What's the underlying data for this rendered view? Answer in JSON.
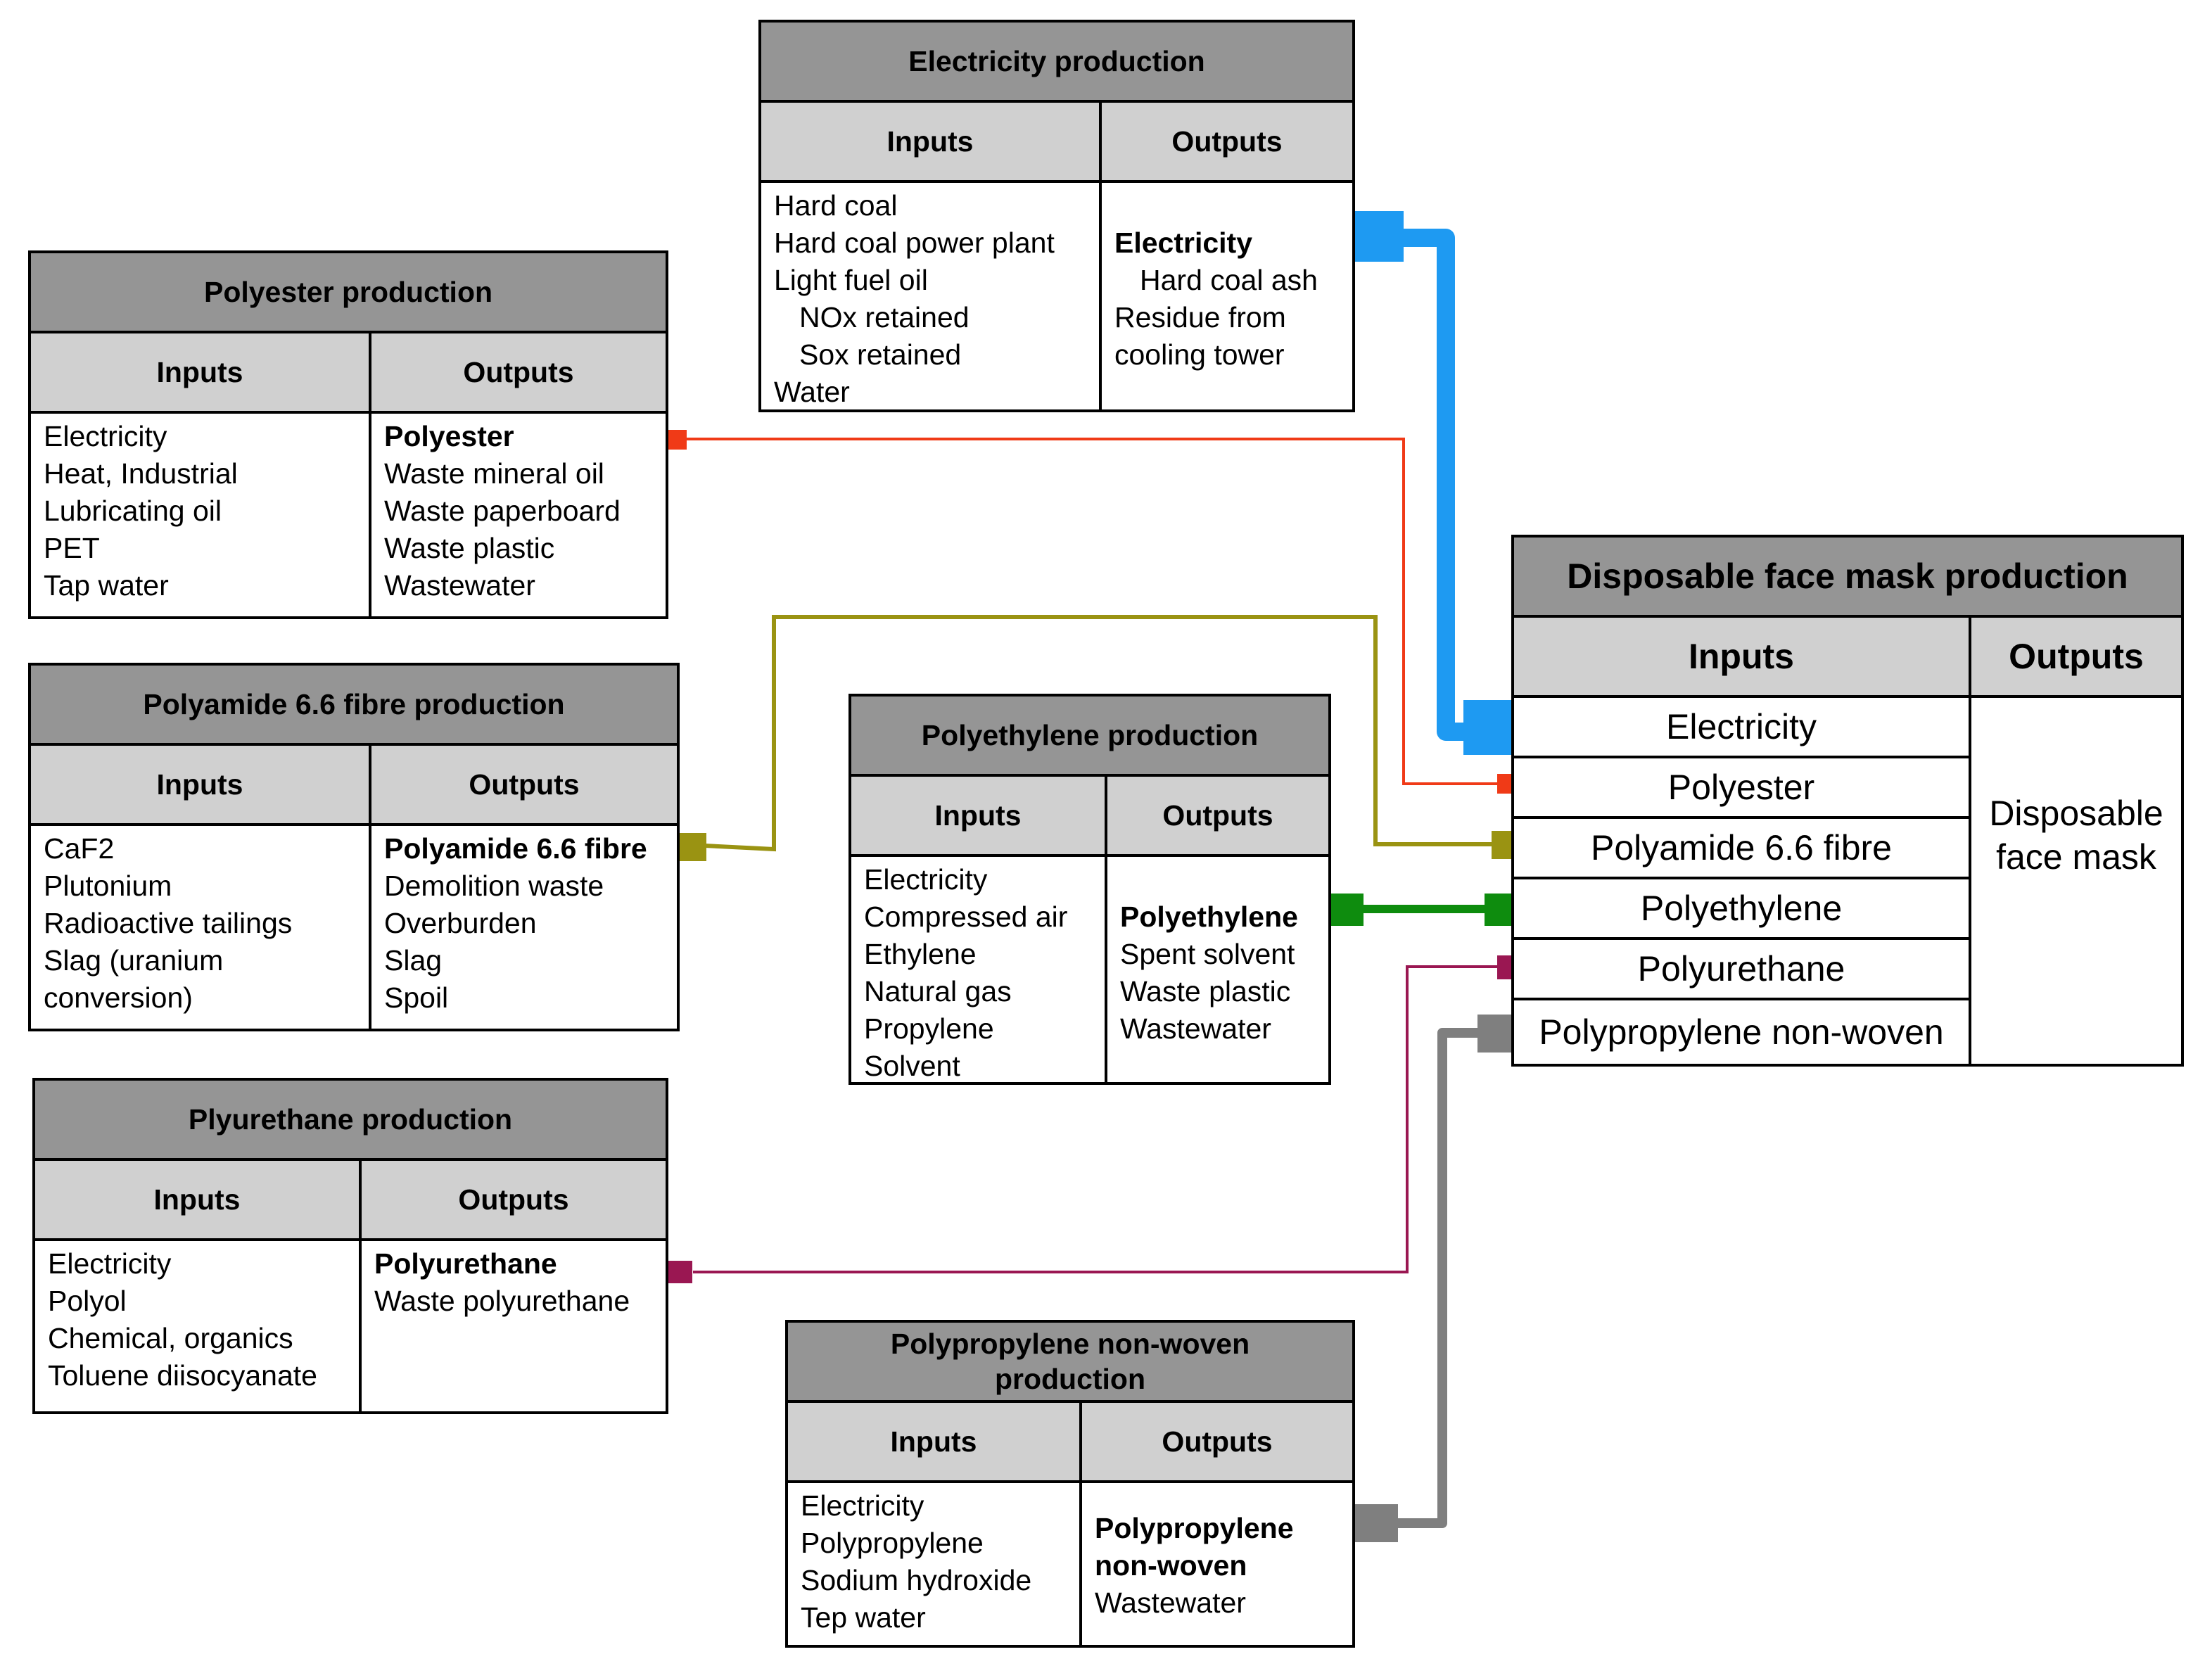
{
  "colors": {
    "header": "#959595",
    "subheader": "#d0d0d0",
    "electricity": "#1e9af2",
    "polyester": "#f03a17",
    "polyamide": "#9a9312",
    "polyethylene": "#0e8c0e",
    "polyurethane": "#9a1752",
    "polypropylene": "#7f7f7f"
  },
  "electricity": {
    "title": "Electricity production",
    "inputs_label": "Inputs",
    "outputs_label": "Outputs",
    "inputs": [
      "Hard coal",
      "Hard coal power plant",
      "Light fuel oil",
      "NOx retained",
      "Sox retained",
      "Water"
    ],
    "outputs": [
      "Electricity",
      "Hard coal ash",
      "Residue from",
      "cooling tower"
    ]
  },
  "polyester": {
    "title": "Polyester production",
    "inputs_label": "Inputs",
    "outputs_label": "Outputs",
    "inputs": [
      "Electricity",
      "Heat, Industrial",
      "Lubricating oil",
      "PET",
      "Tap water"
    ],
    "outputs": [
      "Polyester",
      "Waste mineral oil",
      "Waste paperboard",
      "Waste plastic",
      "Wastewater"
    ]
  },
  "polyamide": {
    "title": "Polyamide 6.6 fibre production",
    "inputs_label": "Inputs",
    "outputs_label": "Outputs",
    "inputs": [
      "CaF2",
      "Plutonium",
      "Radioactive tailings",
      "Slag (uranium",
      "conversion)"
    ],
    "outputs": [
      "Polyamide 6.6 fibre",
      "Demolition waste",
      "Overburden",
      "Slag",
      "Spoil"
    ]
  },
  "polyethylene": {
    "title": "Polyethylene production",
    "inputs_label": "Inputs",
    "outputs_label": "Outputs",
    "inputs": [
      "Electricity",
      "Compressed air",
      "Ethylene",
      "Natural gas",
      "Propylene",
      "Solvent"
    ],
    "outputs": [
      "Polyethylene",
      "Spent solvent",
      "Waste plastic",
      "Wastewater"
    ]
  },
  "polyurethane": {
    "title": "Plyurethane production",
    "inputs_label": "Inputs",
    "outputs_label": "Outputs",
    "inputs": [
      "Electricity",
      "Polyol",
      "Chemical, organics",
      "Toluene diisocyanate"
    ],
    "outputs": [
      "Polyurethane",
      "Waste polyurethane"
    ]
  },
  "polypropylene": {
    "title_line1": "Polypropylene non-woven",
    "title_line2": "production",
    "inputs_label": "Inputs",
    "outputs_label": "Outputs",
    "inputs": [
      "Electricity",
      "Polypropylene",
      "Sodium hydroxide",
      "Tep water"
    ],
    "outputs": [
      "Polypropylene",
      "non-woven",
      "Wastewater"
    ]
  },
  "mask": {
    "title": "Disposable face mask production",
    "inputs_label": "Inputs",
    "outputs_label": "Outputs",
    "inputs": [
      "Electricity",
      "Polyester",
      "Polyamide 6.6 fibre",
      "Polyethylene",
      "Polyurethane",
      "Polypropylene non-woven"
    ],
    "output_line1": "Disposable",
    "output_line2": "face mask"
  }
}
